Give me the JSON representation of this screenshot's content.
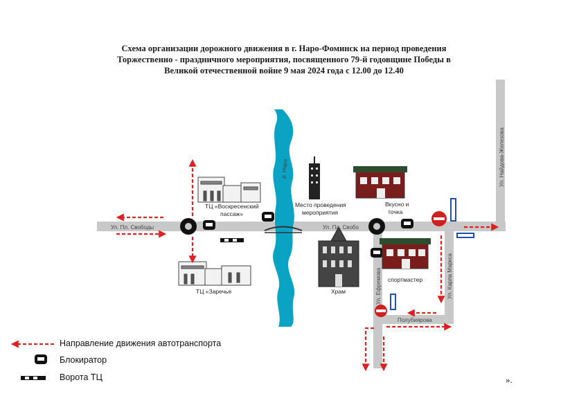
{
  "title_lines": [
    "Схема организации дорожного движения в г. Наро-Фоминск на период проведения",
    "Торжественно - праздничного мероприятия, посвященного 79-й годовщине Победы в",
    "Великой отечественной войне  9 мая 2024 года с 12.00 до 12.40"
  ],
  "streets": {
    "pl_svobody_left": "Ул. Пл. Свободы",
    "pl_svobody_right": "Ул. Пл. Свобо",
    "nara": "р. Нара",
    "naydova": "Ул. Найдова-Железова",
    "karla_marksa": "Ул. Карла Маркса",
    "efremova": "Ул. Ефремова",
    "polubiyarova": "Полубиярова"
  },
  "places": {
    "tc_voskresensky_line1": "ТЦ «Воскресенский",
    "tc_voskresensky_line2": "пассаж»",
    "event_place_line1": "Место проведения",
    "event_place_line2": "мероприятия",
    "vkusno_line1": "Вкусно и",
    "vkusno_line2": "точка",
    "tc_zarechye": "ТЦ «Заречье",
    "hram": "Храм",
    "sportmaster": "спортмастер"
  },
  "legend": {
    "direction": "Направление движения автотранспорта",
    "blocker": "Блокиратор",
    "gate": "Ворота ТЦ"
  },
  "trailing_mark": "».",
  "colors": {
    "road": "#c8c8c8",
    "river": "#0aa3c4",
    "arrow": "#e02020",
    "sign_blue": "#1f4fb0",
    "sign_red": "#d01f1f"
  }
}
